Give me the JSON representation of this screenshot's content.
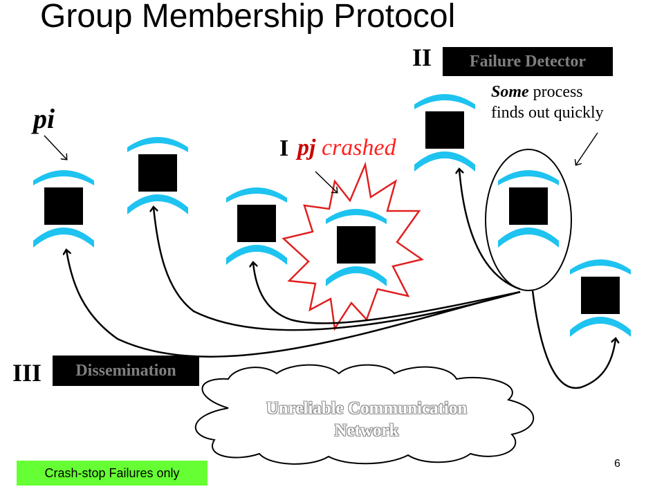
{
  "slide": {
    "title": "Group Membership Protocol",
    "page_number": "6"
  },
  "steps": {
    "step1_num": "I",
    "step2_num": "II",
    "step3_num": "III",
    "failure_detector": "Failure Detector",
    "dissemination": "Dissemination"
  },
  "labels": {
    "pi": "pi",
    "pj": "pj",
    "crashed": "crashed",
    "some_bold": "Some",
    "some_rest": " process",
    "finds_out": "finds out quickly"
  },
  "network": {
    "line1": "Unreliable Communication",
    "line2": "Network"
  },
  "footer": {
    "note": "Crash-stop Failures only"
  },
  "colors": {
    "process_arc": "#1ec3f0",
    "process_box": "#000000",
    "crash_star": "#e02020",
    "footer_badge": "#66ff33"
  }
}
